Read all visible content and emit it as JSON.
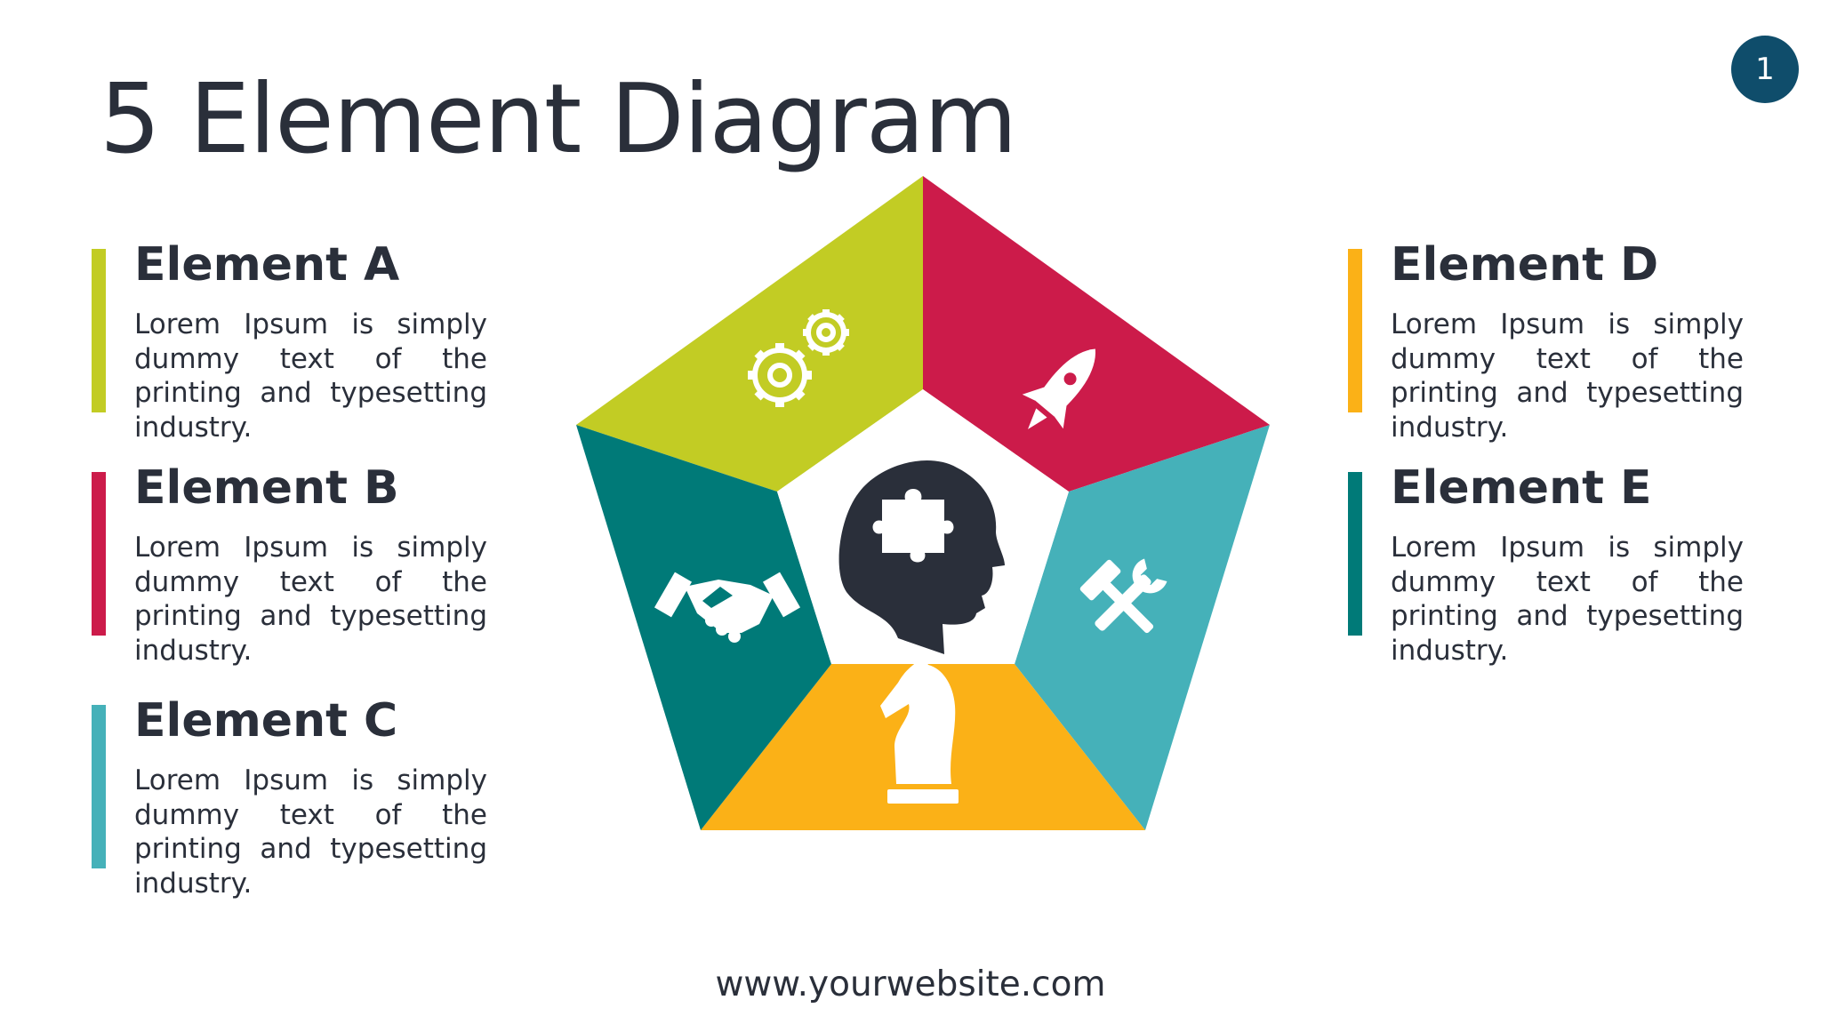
{
  "title": "5 Element Diagram",
  "page_number": "1",
  "footer": "www.yourwebsite.com",
  "colors": {
    "element_a": "#c2cc24",
    "element_b": "#cc1b4a",
    "element_c": "#45b1b9",
    "element_d": "#fbb117",
    "element_e": "#007a78",
    "text": "#2a2f3a",
    "badge": "#0f4d6b"
  },
  "elements": [
    {
      "heading": "Element A",
      "body": "Lorem Ipsum is simply dummy text of the printing and typesetting industry."
    },
    {
      "heading": "Element B",
      "body": "Lorem Ipsum is simply dummy text of the printing and typesetting industry."
    },
    {
      "heading": "Element C",
      "body": "Lorem Ipsum is simply dummy text of the printing and typesetting industry."
    },
    {
      "heading": "Element D",
      "body": "Lorem Ipsum is simply dummy text of the printing and typesetting industry."
    },
    {
      "heading": "Element E",
      "body": "Lorem Ipsum is simply dummy text of the printing and typesetting industry."
    }
  ],
  "icons": {
    "segment_top_left": "gears-icon",
    "segment_top_right": "rocket-icon",
    "segment_right": "tools-icon",
    "segment_bottom": "chess-knight-icon",
    "segment_left": "handshake-icon",
    "center": "head-puzzle-icon"
  }
}
